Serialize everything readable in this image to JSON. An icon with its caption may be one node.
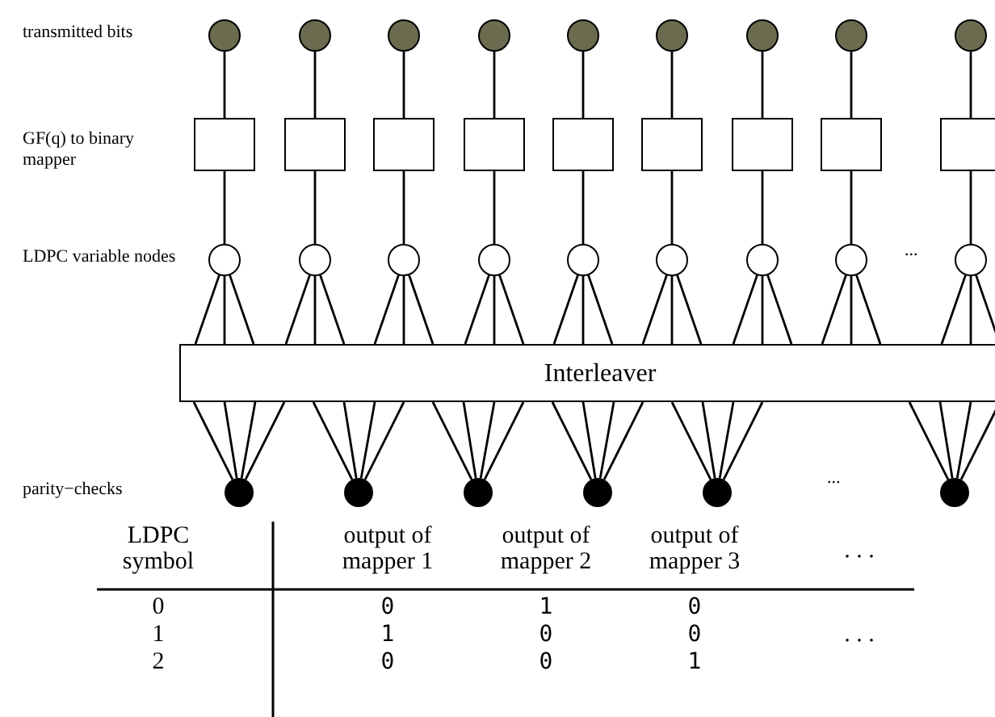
{
  "diagram": {
    "nodes": [
      {
        "text": [],
        "shape": "circle"
      },
      {
        "text": [],
        "shape": "circle"
      },
      {
        "text": [],
        "shape": "circle"
      },
      {
        "text": [],
        "shape": "circle"
      },
      {
        "text": [],
        "shape": "circle"
      },
      {
        "text": [],
        "shape": "circle"
      },
      {
        "text": [],
        "shape": "circle"
      },
      {
        "text": [],
        "shape": "circle"
      },
      {
        "text": [],
        "shape": "circle"
      },
      {
        "text": [],
        "shape": "box"
      },
      {
        "text": [],
        "shape": "box"
      },
      {
        "text": [],
        "shape": "box"
      },
      {
        "text": [],
        "shape": "box"
      },
      {
        "text": [],
        "shape": "box"
      },
      {
        "text": [],
        "shape": "box"
      },
      {
        "text": [],
        "shape": "box"
      },
      {
        "text": [],
        "shape": "box"
      },
      {
        "text": [],
        "shape": "box"
      },
      {
        "text": [],
        "shape": "circle"
      },
      {
        "text": [],
        "shape": "circle"
      },
      {
        "text": [],
        "shape": "circle"
      },
      {
        "text": [],
        "shape": "circle"
      },
      {
        "text": [],
        "shape": "circle"
      },
      {
        "text": [],
        "shape": "circle"
      },
      {
        "text": [],
        "shape": "circle"
      },
      {
        "text": [],
        "shape": "circle"
      },
      {
        "text": [],
        "shape": "circle"
      },
      {
        "text": [
          "Interleaver"
        ]
      },
      {
        "text": [],
        "shape": "circle"
      },
      {
        "text": [],
        "shape": "circle"
      },
      {
        "text": [],
        "shape": "circle"
      },
      {
        "text": [],
        "shape": "circle"
      },
      {
        "text": [],
        "shape": "circle"
      },
      {
        "text": [],
        "shape": "circle"
      }
    ],
    "edges": [
      {
        "from": 0,
        "to": 9,
        "arrow": "none"
      },
      {
        "from": 1,
        "to": 10,
        "arrow": "none"
      },
      {
        "from": 2,
        "to": 11,
        "arrow": "none"
      },
      {
        "from": 3,
        "to": 12,
        "arrow": "none"
      },
      {
        "from": 4,
        "to": 13,
        "arrow": "none"
      },
      {
        "from": 5,
        "to": 14,
        "arrow": "none"
      },
      {
        "from": 6,
        "to": 15,
        "arrow": "none"
      },
      {
        "from": 7,
        "to": 16,
        "arrow": "none"
      },
      {
        "from": 8,
        "to": 17,
        "arrow": "none"
      },
      {
        "from": 9,
        "to": 18,
        "arrow": "none"
      },
      {
        "from": 10,
        "to": 19,
        "arrow": "none"
      },
      {
        "from": 11,
        "to": 20,
        "arrow": "none"
      },
      {
        "from": 12,
        "to": 21,
        "arrow": "none"
      },
      {
        "from": 13,
        "to": 22,
        "arrow": "none"
      },
      {
        "from": 14,
        "to": 23,
        "arrow": "none"
      },
      {
        "from": 15,
        "to": 24,
        "arrow": "none"
      },
      {
        "from": 16,
        "to": 25,
        "arrow": "none"
      },
      {
        "from": 17,
        "to": 26,
        "arrow": "none"
      },
      {
        "from": 18,
        "to": 27,
        "arrow": "none"
      },
      {
        "from": 18,
        "to": 27,
        "arrow": "none"
      },
      {
        "from": 18,
        "to": 27,
        "arrow": "none"
      },
      {
        "from": 19,
        "to": 27,
        "arrow": "none"
      },
      {
        "from": 19,
        "to": 27,
        "arrow": "none"
      },
      {
        "from": 19,
        "to": 27,
        "arrow": "none"
      },
      {
        "from": 20,
        "to": 27,
        "arrow": "none"
      },
      {
        "from": 20,
        "to": 27,
        "arrow": "none"
      },
      {
        "from": 20,
        "to": 27,
        "arrow": "none"
      },
      {
        "from": 21,
        "to": 27,
        "arrow": "none"
      },
      {
        "from": 21,
        "to": 27,
        "arrow": "none"
      },
      {
        "from": 21,
        "to": 27,
        "arrow": "none"
      },
      {
        "from": 22,
        "to": 27,
        "arrow": "none"
      },
      {
        "from": 22,
        "to": 27,
        "arrow": "none"
      },
      {
        "from": 22,
        "to": 27,
        "arrow": "none"
      },
      {
        "from": 23,
        "to": 27,
        "arrow": "none"
      },
      {
        "from": 23,
        "to": 27,
        "arrow": "none"
      },
      {
        "from": 23,
        "to": 27,
        "arrow": "none"
      },
      {
        "from": 24,
        "to": 27,
        "arrow": "none"
      },
      {
        "from": 24,
        "to": 27,
        "arrow": "none"
      },
      {
        "from": 24,
        "to": 27,
        "arrow": "none"
      },
      {
        "from": 25,
        "to": 27,
        "arrow": "none"
      },
      {
        "from": 25,
        "to": 27,
        "arrow": "none"
      },
      {
        "from": 25,
        "to": 27,
        "arrow": "none"
      },
      {
        "from": 26,
        "to": 27,
        "arrow": "none"
      },
      {
        "from": 26,
        "to": 27,
        "arrow": "none"
      },
      {
        "from": 26,
        "to": 27,
        "arrow": "none"
      },
      {
        "from": 27,
        "to": 28,
        "arrow": "none"
      },
      {
        "from": 27,
        "to": 28,
        "arrow": "none"
      },
      {
        "from": 27,
        "to": 28,
        "arrow": "none"
      },
      {
        "from": 27,
        "to": 28,
        "arrow": "none"
      },
      {
        "from": 27,
        "to": 29,
        "arrow": "none"
      },
      {
        "from": 27,
        "to": 29,
        "arrow": "none"
      },
      {
        "from": 27,
        "to": 29,
        "arrow": "none"
      },
      {
        "from": 27,
        "to": 29,
        "arrow": "none"
      },
      {
        "from": 27,
        "to": 30,
        "arrow": "none"
      },
      {
        "from": 27,
        "to": 30,
        "arrow": "none"
      },
      {
        "from": 27,
        "to": 30,
        "arrow": "none"
      },
      {
        "from": 27,
        "to": 30,
        "arrow": "none"
      },
      {
        "from": 27,
        "to": 31,
        "arrow": "none"
      },
      {
        "from": 27,
        "to": 31,
        "arrow": "none"
      },
      {
        "from": 27,
        "to": 31,
        "arrow": "none"
      },
      {
        "from": 27,
        "to": 31,
        "arrow": "none"
      },
      {
        "from": 27,
        "to": 32,
        "arrow": "none"
      },
      {
        "from": 27,
        "to": 32,
        "arrow": "none"
      },
      {
        "from": 27,
        "to": 32,
        "arrow": "none"
      },
      {
        "from": 27,
        "to": 32,
        "arrow": "none"
      },
      {
        "from": 27,
        "to": 33,
        "arrow": "none"
      },
      {
        "from": 27,
        "to": 33,
        "arrow": "none"
      },
      {
        "from": 27,
        "to": 33,
        "arrow": "none"
      },
      {
        "from": 27,
        "to": 33,
        "arrow": "none"
      }
    ],
    "labels": [
      "transmitted bits",
      "GF(q) to binary mapper",
      "LDPC variable nodes",
      "...",
      "parity−checks",
      "...",
      "LDPC symbol",
      "output of mapper 1",
      "output of mapper 2",
      "output of mapper 3",
      ". . .",
      "0",
      "0",
      "1",
      "0",
      "1",
      "1",
      "0",
      "0",
      ". . .",
      "2",
      "0",
      "0",
      "1"
    ]
  }
}
